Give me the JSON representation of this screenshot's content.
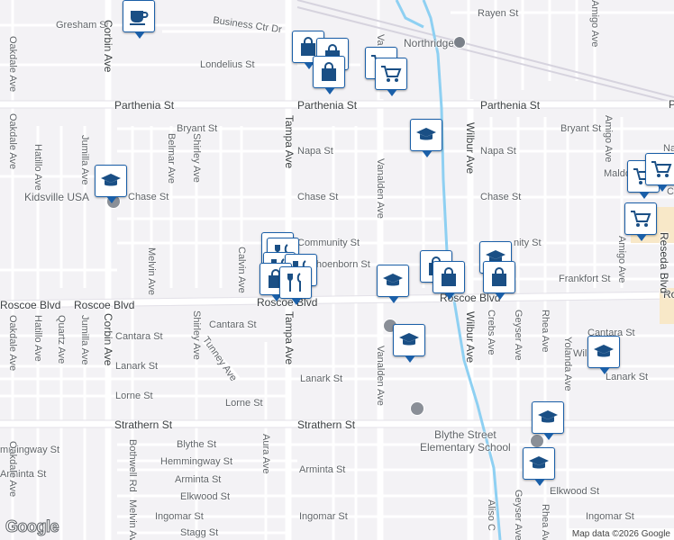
{
  "streets": {
    "gresham": "Gresham St",
    "business_ctr": "Business Ctr Dr",
    "londelius": "Londelius St",
    "parthenia_w": "Parthenia St",
    "parthenia_e": "Parthenia St",
    "bryant_w": "Bryant St",
    "bryant_e": "Bryant St",
    "napa_w": "Napa St",
    "napa_e": "Napa St",
    "chase_w": "Chase St",
    "chase_m": "Chase St",
    "chase_e": "Chase St",
    "community": "Community St",
    "community_e": "nity St",
    "schoenborn": "Schoenborn St",
    "frankfort": "Frankfort St",
    "roscoe_w": "Roscoe Blvd",
    "roscoe_m": "Roscoe Blvd",
    "roscoe_e": "Roscoe Blvd",
    "roscoe_far": "Ro",
    "cantara_w": "Cantara St",
    "cantara_m": "Cantara St",
    "cantara_e": "Ca",
    "lanark_w": "Lanark St",
    "lanark_m": "Lanark St",
    "lanark_e": "Lanark St",
    "lorne_w": "Lorne St",
    "lorne_m": "Lorne St",
    "strathern_w": "Strathern St",
    "strathern_m": "Strathern St",
    "blythe": "Blythe St",
    "hemmingway": "Hemmingway St",
    "hemmingway_w": "mmingway St",
    "arminta_w": "Arminta St",
    "arminta_m": "Arminta St",
    "elkwood_w": "Elkwood St",
    "elkwood_e": "Elkwood St",
    "ingomar_w": "Ingomar St",
    "ingomar_m": "Ingomar St",
    "ingomar_e": "Ingomar St",
    "stagg": "Stagg St",
    "rayen": "Rayen St",
    "wil": "Wil",
    "oakdale_n": "Oakdale Ave",
    "oakdale_s": "Oakdale Ave",
    "corbin_n": "Corbin Ave",
    "corbin_s": "Corbin Ave",
    "jumilla_n": "Jumilla Ave",
    "jumilla_s": "Jumilla Ave",
    "hatillo_n": "Hatillo Ave",
    "hatillo_s": "Hatillo Ave",
    "quartz": "Quartz Ave",
    "belmar": "Belmar Ave",
    "shirley_n": "Shirley Ave",
    "shirley_s": "Shirley Ave",
    "melvin_n": "Melvin Ave",
    "melvin_s": "Melvin Ave",
    "calvin": "Calvin Ave",
    "tampa_n": "Tampa Ave",
    "tampa_s": "Tampa Ave",
    "tunney": "Tunney Ave",
    "aura": "Aura Ave",
    "bothwell": "Bothwell Rd",
    "vanalden_n": "Vanalden Ave",
    "vanalden_s": "Vanalden Ave",
    "vanalden_top": "Va",
    "wilbur_n": "Wilbur Ave",
    "wilbur_s": "Wilbur Ave",
    "crebs": "Crebs Ave",
    "geyser_n": "Geyser Ave",
    "geyser_s": "Geyser Ave",
    "rhea_n": "Rhea Ave",
    "rhea_s": "Rhea Ave",
    "yolanda": "Yolanda Ave",
    "amigo_n": "Amigo Ave",
    "amigo_m": "Amigo Ave",
    "amigo_s": "Amigo Ave",
    "reseda": "Reseda Blvd",
    "aliso": "Aliso C"
  },
  "places": {
    "northridge": "Northridge",
    "kidsville": "Kidsville USA",
    "blythe_school_1": "Blythe Street",
    "blythe_school_2": "Elementary School"
  },
  "labels_partial": {
    "roscoe_frag": "Rosco",
    "maldo": "Maldo",
    "na": "Na",
    "ch": "Ch",
    "ro_e": "Ro",
    "pi": "P"
  },
  "attribution": {
    "logo": "Google",
    "text": "Map data ©2026 Google"
  },
  "colors": {
    "pin_border": "#1a5fa8",
    "icon": "#1a4f85",
    "water": "#8ed0f2",
    "major_road": "#ffffff",
    "minor_road": "#ffffff",
    "background": "#f3f2f5"
  }
}
